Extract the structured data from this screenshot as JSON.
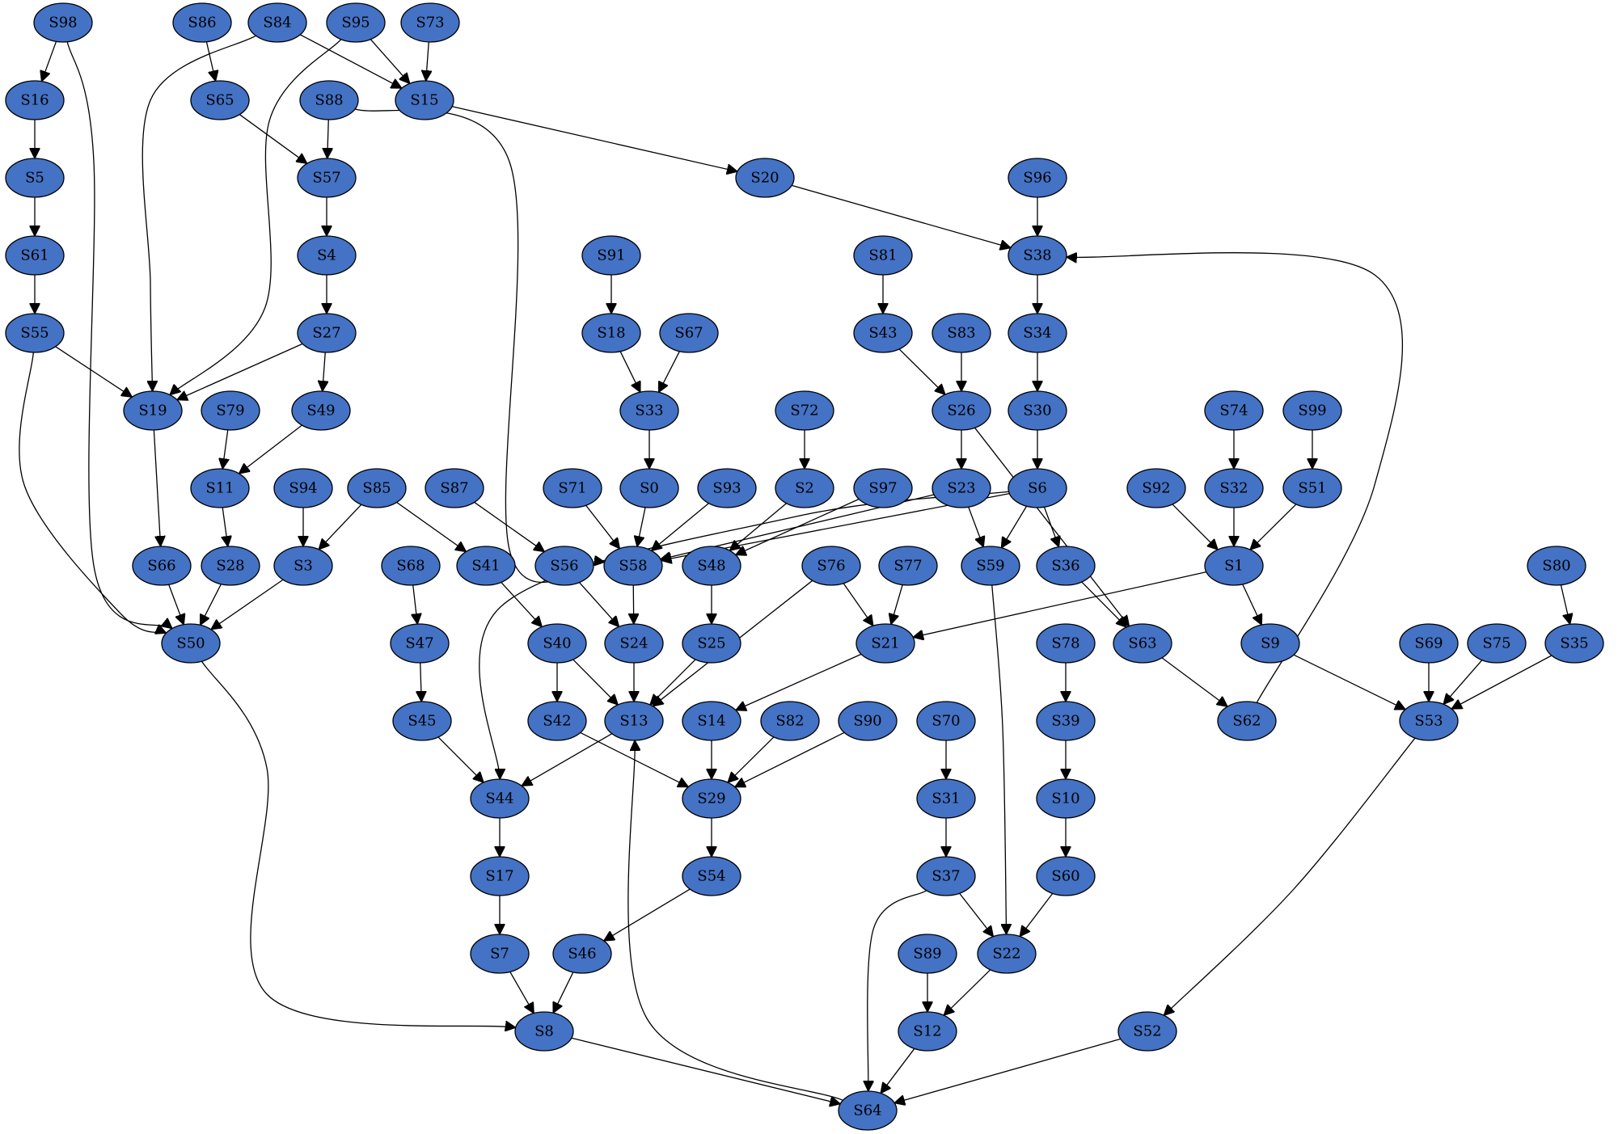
{
  "colors": {
    "node_fill": "#4472c4",
    "node_stroke": "#000000",
    "edge": "#000000",
    "background": "#ffffff"
  },
  "nodes": [
    {
      "id": "S98",
      "label": "S98"
    },
    {
      "id": "S86",
      "label": "S86"
    },
    {
      "id": "S84",
      "label": "S84"
    },
    {
      "id": "S95",
      "label": "S95"
    },
    {
      "id": "S73",
      "label": "S73"
    },
    {
      "id": "S16",
      "label": "S16"
    },
    {
      "id": "S65",
      "label": "S65"
    },
    {
      "id": "S15",
      "label": "S15"
    },
    {
      "id": "S88",
      "label": "S88"
    },
    {
      "id": "S5",
      "label": "S5"
    },
    {
      "id": "S57",
      "label": "S57"
    },
    {
      "id": "S20",
      "label": "S20"
    },
    {
      "id": "S96",
      "label": "S96"
    },
    {
      "id": "S61",
      "label": "S61"
    },
    {
      "id": "S4",
      "label": "S4"
    },
    {
      "id": "S91",
      "label": "S91"
    },
    {
      "id": "S81",
      "label": "S81"
    },
    {
      "id": "S38",
      "label": "S38"
    },
    {
      "id": "S55",
      "label": "S55"
    },
    {
      "id": "S27",
      "label": "S27"
    },
    {
      "id": "S18",
      "label": "S18"
    },
    {
      "id": "S67",
      "label": "S67"
    },
    {
      "id": "S43",
      "label": "S43"
    },
    {
      "id": "S83",
      "label": "S83"
    },
    {
      "id": "S34",
      "label": "S34"
    },
    {
      "id": "S19",
      "label": "S19"
    },
    {
      "id": "S79",
      "label": "S79"
    },
    {
      "id": "S49",
      "label": "S49"
    },
    {
      "id": "S33",
      "label": "S33"
    },
    {
      "id": "S72",
      "label": "S72"
    },
    {
      "id": "S26",
      "label": "S26"
    },
    {
      "id": "S30",
      "label": "S30"
    },
    {
      "id": "S74",
      "label": "S74"
    },
    {
      "id": "S99",
      "label": "S99"
    },
    {
      "id": "S11",
      "label": "S11"
    },
    {
      "id": "S94",
      "label": "S94"
    },
    {
      "id": "S85",
      "label": "S85"
    },
    {
      "id": "S87",
      "label": "S87"
    },
    {
      "id": "S71",
      "label": "S71"
    },
    {
      "id": "S0",
      "label": "S0"
    },
    {
      "id": "S93",
      "label": "S93"
    },
    {
      "id": "S2",
      "label": "S2"
    },
    {
      "id": "S97",
      "label": "S97"
    },
    {
      "id": "S23",
      "label": "S23"
    },
    {
      "id": "S6",
      "label": "S6"
    },
    {
      "id": "S92",
      "label": "S92"
    },
    {
      "id": "S32",
      "label": "S32"
    },
    {
      "id": "S51",
      "label": "S51"
    },
    {
      "id": "S66",
      "label": "S66"
    },
    {
      "id": "S28",
      "label": "S28"
    },
    {
      "id": "S3",
      "label": "S3"
    },
    {
      "id": "S68",
      "label": "S68"
    },
    {
      "id": "S41",
      "label": "S41"
    },
    {
      "id": "S56",
      "label": "S56"
    },
    {
      "id": "S58",
      "label": "S58"
    },
    {
      "id": "S48",
      "label": "S48"
    },
    {
      "id": "S76",
      "label": "S76"
    },
    {
      "id": "S77",
      "label": "S77"
    },
    {
      "id": "S59",
      "label": "S59"
    },
    {
      "id": "S36",
      "label": "S36"
    },
    {
      "id": "S1",
      "label": "S1"
    },
    {
      "id": "S80",
      "label": "S80"
    },
    {
      "id": "S50",
      "label": "S50"
    },
    {
      "id": "S47",
      "label": "S47"
    },
    {
      "id": "S40",
      "label": "S40"
    },
    {
      "id": "S24",
      "label": "S24"
    },
    {
      "id": "S25",
      "label": "S25"
    },
    {
      "id": "S21",
      "label": "S21"
    },
    {
      "id": "S78",
      "label": "S78"
    },
    {
      "id": "S63",
      "label": "S63"
    },
    {
      "id": "S9",
      "label": "S9"
    },
    {
      "id": "S69",
      "label": "S69"
    },
    {
      "id": "S75",
      "label": "S75"
    },
    {
      "id": "S35",
      "label": "S35"
    },
    {
      "id": "S45",
      "label": "S45"
    },
    {
      "id": "S42",
      "label": "S42"
    },
    {
      "id": "S13",
      "label": "S13"
    },
    {
      "id": "S14",
      "label": "S14"
    },
    {
      "id": "S82",
      "label": "S82"
    },
    {
      "id": "S90",
      "label": "S90"
    },
    {
      "id": "S70",
      "label": "S70"
    },
    {
      "id": "S39",
      "label": "S39"
    },
    {
      "id": "S62",
      "label": "S62"
    },
    {
      "id": "S53",
      "label": "S53"
    },
    {
      "id": "S44",
      "label": "S44"
    },
    {
      "id": "S29",
      "label": "S29"
    },
    {
      "id": "S31",
      "label": "S31"
    },
    {
      "id": "S10",
      "label": "S10"
    },
    {
      "id": "S17",
      "label": "S17"
    },
    {
      "id": "S54",
      "label": "S54"
    },
    {
      "id": "S37",
      "label": "S37"
    },
    {
      "id": "S60",
      "label": "S60"
    },
    {
      "id": "S7",
      "label": "S7"
    },
    {
      "id": "S46",
      "label": "S46"
    },
    {
      "id": "S89",
      "label": "S89"
    },
    {
      "id": "S22",
      "label": "S22"
    },
    {
      "id": "S8",
      "label": "S8"
    },
    {
      "id": "S12",
      "label": "S12"
    },
    {
      "id": "S52",
      "label": "S52"
    },
    {
      "id": "S64",
      "label": "S64"
    }
  ],
  "edges": [
    [
      "S98",
      "S16"
    ],
    [
      "S98",
      "S50"
    ],
    [
      "S86",
      "S65"
    ],
    [
      "S84",
      "S15"
    ],
    [
      "S84",
      "S19"
    ],
    [
      "S95",
      "S15"
    ],
    [
      "S95",
      "S19"
    ],
    [
      "S73",
      "S15"
    ],
    [
      "S16",
      "S5"
    ],
    [
      "S65",
      "S57"
    ],
    [
      "S15",
      "S20"
    ],
    [
      "S88",
      "S57"
    ],
    [
      "S88",
      "S58"
    ],
    [
      "S5",
      "S61"
    ],
    [
      "S57",
      "S4"
    ],
    [
      "S20",
      "S38"
    ],
    [
      "S96",
      "S38"
    ],
    [
      "S61",
      "S55"
    ],
    [
      "S4",
      "S27"
    ],
    [
      "S91",
      "S18"
    ],
    [
      "S81",
      "S43"
    ],
    [
      "S38",
      "S34"
    ],
    [
      "S55",
      "S19"
    ],
    [
      "S55",
      "S50"
    ],
    [
      "S27",
      "S19"
    ],
    [
      "S27",
      "S49"
    ],
    [
      "S18",
      "S33"
    ],
    [
      "S67",
      "S33"
    ],
    [
      "S43",
      "S26"
    ],
    [
      "S83",
      "S26"
    ],
    [
      "S34",
      "S30"
    ],
    [
      "S19",
      "S66"
    ],
    [
      "S79",
      "S11"
    ],
    [
      "S49",
      "S11"
    ],
    [
      "S33",
      "S0"
    ],
    [
      "S72",
      "S2"
    ],
    [
      "S26",
      "S23"
    ],
    [
      "S26",
      "S63"
    ],
    [
      "S30",
      "S6"
    ],
    [
      "S74",
      "S32"
    ],
    [
      "S99",
      "S51"
    ],
    [
      "S11",
      "S28"
    ],
    [
      "S94",
      "S3"
    ],
    [
      "S85",
      "S3"
    ],
    [
      "S85",
      "S41"
    ],
    [
      "S87",
      "S56"
    ],
    [
      "S71",
      "S58"
    ],
    [
      "S0",
      "S58"
    ],
    [
      "S93",
      "S58"
    ],
    [
      "S2",
      "S48"
    ],
    [
      "S97",
      "S48"
    ],
    [
      "S23",
      "S58"
    ],
    [
      "S23",
      "S59"
    ],
    [
      "S6",
      "S58"
    ],
    [
      "S6",
      "S59"
    ],
    [
      "S6",
      "S36"
    ],
    [
      "S6",
      "S44"
    ],
    [
      "S92",
      "S1"
    ],
    [
      "S32",
      "S1"
    ],
    [
      "S51",
      "S1"
    ],
    [
      "S66",
      "S50"
    ],
    [
      "S28",
      "S50"
    ],
    [
      "S3",
      "S50"
    ],
    [
      "S68",
      "S47"
    ],
    [
      "S41",
      "S40"
    ],
    [
      "S56",
      "S24"
    ],
    [
      "S58",
      "S24"
    ],
    [
      "S48",
      "S25"
    ],
    [
      "S76",
      "S21"
    ],
    [
      "S76",
      "S13"
    ],
    [
      "S77",
      "S21"
    ],
    [
      "S59",
      "S22"
    ],
    [
      "S36",
      "S63"
    ],
    [
      "S1",
      "S21"
    ],
    [
      "S1",
      "S9"
    ],
    [
      "S80",
      "S35"
    ],
    [
      "S50",
      "S8"
    ],
    [
      "S47",
      "S45"
    ],
    [
      "S40",
      "S42"
    ],
    [
      "S40",
      "S13"
    ],
    [
      "S24",
      "S13"
    ],
    [
      "S25",
      "S13"
    ],
    [
      "S21",
      "S14"
    ],
    [
      "S78",
      "S39"
    ],
    [
      "S63",
      "S62"
    ],
    [
      "S9",
      "S53"
    ],
    [
      "S69",
      "S53"
    ],
    [
      "S75",
      "S53"
    ],
    [
      "S35",
      "S53"
    ],
    [
      "S45",
      "S44"
    ],
    [
      "S42",
      "S29"
    ],
    [
      "S13",
      "S44"
    ],
    [
      "S14",
      "S29"
    ],
    [
      "S82",
      "S29"
    ],
    [
      "S90",
      "S29"
    ],
    [
      "S70",
      "S31"
    ],
    [
      "S39",
      "S10"
    ],
    [
      "S62",
      "S38"
    ],
    [
      "S53",
      "S52"
    ],
    [
      "S44",
      "S17"
    ],
    [
      "S29",
      "S54"
    ],
    [
      "S31",
      "S37"
    ],
    [
      "S10",
      "S60"
    ],
    [
      "S17",
      "S7"
    ],
    [
      "S54",
      "S46"
    ],
    [
      "S37",
      "S22"
    ],
    [
      "S37",
      "S64"
    ],
    [
      "S60",
      "S22"
    ],
    [
      "S7",
      "S8"
    ],
    [
      "S46",
      "S8"
    ],
    [
      "S89",
      "S12"
    ],
    [
      "S22",
      "S12"
    ],
    [
      "S8",
      "S64"
    ],
    [
      "S12",
      "S64"
    ],
    [
      "S52",
      "S64"
    ],
    [
      "S64",
      "S13"
    ]
  ]
}
